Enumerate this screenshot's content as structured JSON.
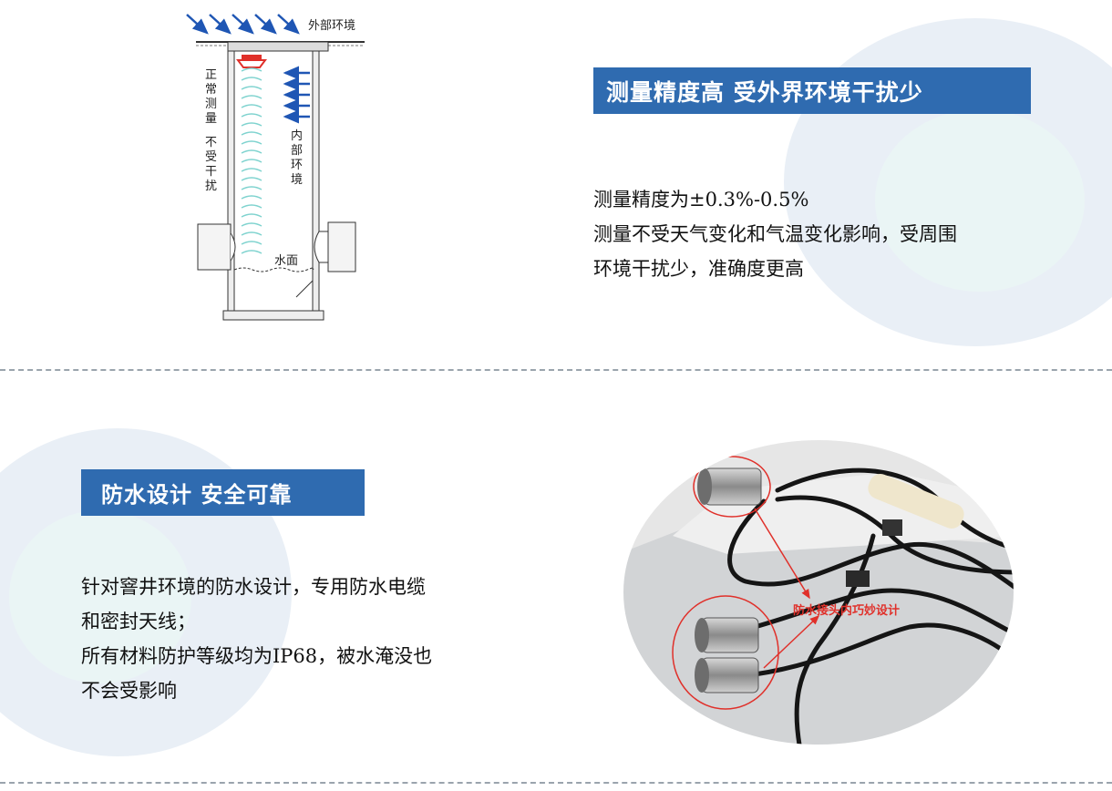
{
  "colors": {
    "banner_bg": "#2f6bb0",
    "swirl": "#e4ecf4",
    "arrow_blue": "#1f56b4",
    "annotation_red": "#e0302a"
  },
  "section1": {
    "diagram": {
      "external_label": "外部环境",
      "left_label_top": "正常测量",
      "left_label_bottom": "不受干扰",
      "internal_label": "内部环境",
      "water_label": "水面"
    },
    "title": "测量精度高 受外界环境干扰少",
    "lines": [
      "测量精度为±0.3%-0.5%",
      "测量不受天气变化和气温变化影响，受周围",
      "环境干扰少，准确度更高"
    ]
  },
  "section2": {
    "title": "防水设计 安全可靠",
    "lines": [
      "针对窨井环境的防水设计，专用防水电缆",
      "和密封天线；",
      "所有材料防护等级均为IP68，被水淹没也",
      "不会受影响"
    ],
    "photo": {
      "annotation": "防水接头内巧妙设计"
    }
  }
}
